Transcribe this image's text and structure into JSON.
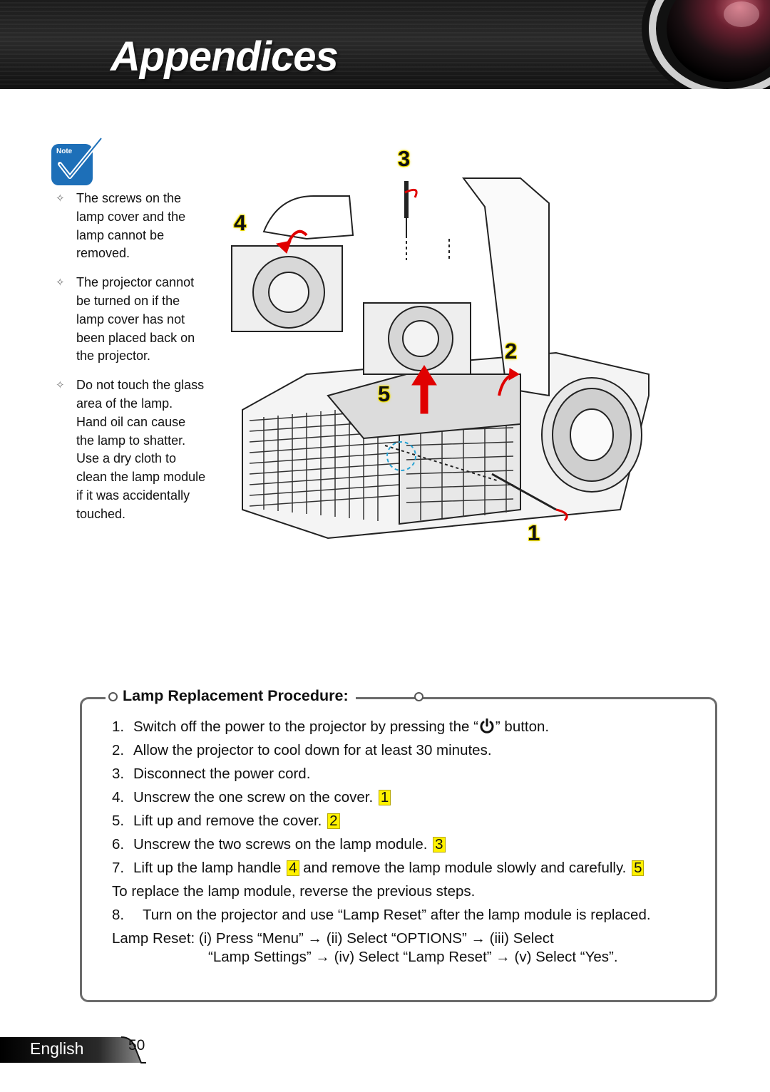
{
  "header": {
    "title": "Appendices"
  },
  "note": {
    "icon_label": "Note",
    "items": [
      "The screws on the lamp cover and the lamp cannot be removed.",
      "The projector cannot be turned on if the lamp cover has not been placed back on the projector.",
      "Do not touch the glass area of the lamp. Hand oil can cause the lamp to shatter. Use a dry cloth to clean the lamp module if it was accidentally touched."
    ]
  },
  "illustration": {
    "step_labels": [
      "1",
      "2",
      "3",
      "4",
      "5"
    ],
    "highlight_color": "#f2e000",
    "arrow_color": "#e00000"
  },
  "procedure": {
    "title": "Lamp Replacement Procedure:",
    "steps": [
      {
        "num": "1.",
        "text_before": "Switch off the power to the projector by pressing the “",
        "text_after": "” button.",
        "ref": ""
      },
      {
        "num": "2.",
        "text": "Allow the projector to cool down for at least 30 minutes.",
        "ref": ""
      },
      {
        "num": "3.",
        "text": "Disconnect the power cord.",
        "ref": ""
      },
      {
        "num": "4.",
        "text": "Unscrew the one screw on the cover.",
        "ref": "1"
      },
      {
        "num": "5.",
        "text": "Lift up and remove the cover.",
        "ref": "2"
      },
      {
        "num": "6.",
        "text": "Unscrew the two screws on the lamp module.",
        "ref": "3"
      },
      {
        "num": "7.",
        "text_before": "Lift up the lamp handle",
        "ref_mid": "4",
        "text_after": "and remove the lamp module slowly and carefully.",
        "ref": "5"
      }
    ],
    "replace_note": "To replace the lamp module, reverse the previous steps.",
    "step8": {
      "num": "8.",
      "text": "Turn on the projector and use “Lamp Reset” after the lamp module is replaced."
    },
    "lamp_reset_line1": "Lamp Reset: (i) Press “Menu” → (ii) Select “OPTIONS” → (iii) Select",
    "lamp_reset_line2": "“Lamp Settings” → (iv) Select “Lamp Reset” → (v) Select “Yes”.",
    "ref_color": "#fff100",
    "power_icon": "power-icon"
  },
  "footer": {
    "language": "English",
    "page": "50"
  }
}
